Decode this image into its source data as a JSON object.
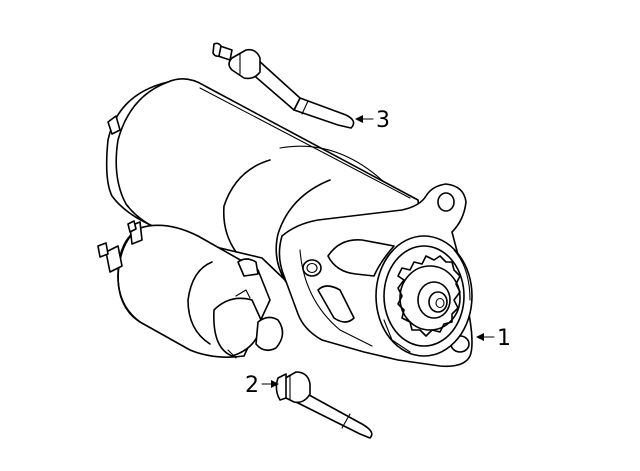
{
  "diagram": {
    "callouts": [
      {
        "id": "starter",
        "number": "1"
      },
      {
        "id": "lower-bolt",
        "number": "2"
      },
      {
        "id": "upper-bolt",
        "number": "3"
      }
    ]
  }
}
